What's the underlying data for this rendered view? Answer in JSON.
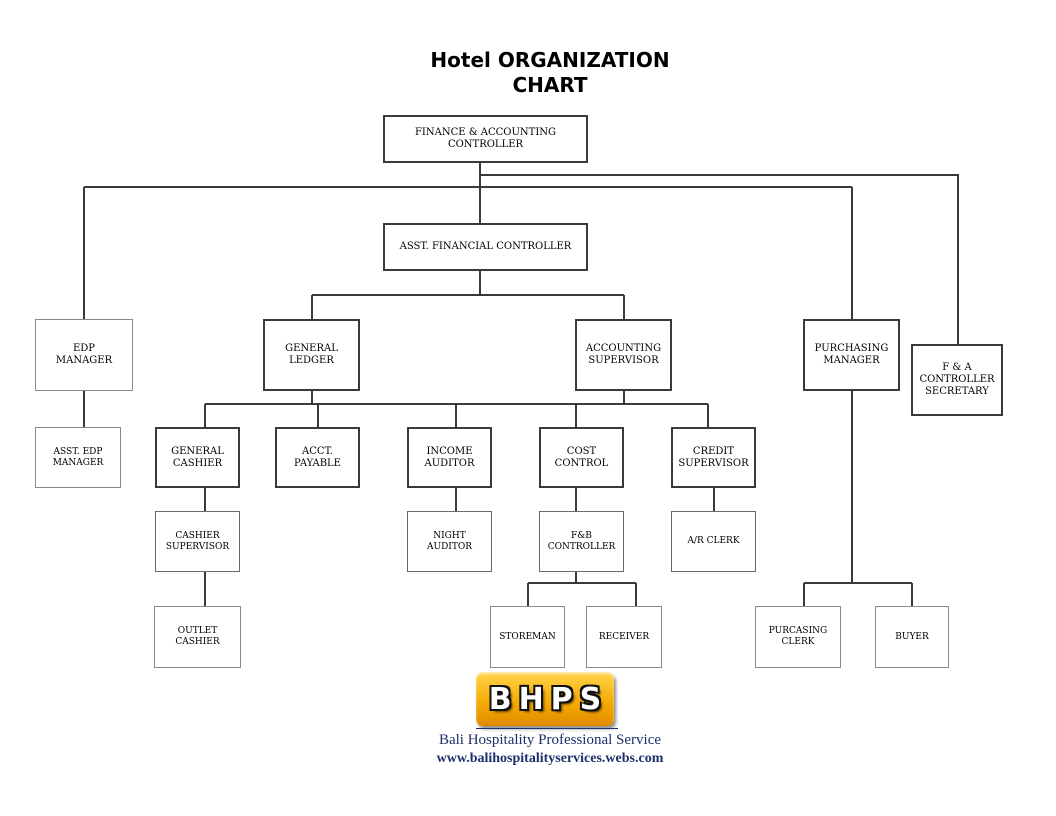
{
  "title": {
    "line1": "Hotel ORGANIZATION",
    "line2": "CHART"
  },
  "boxes": {
    "fac": "FINANCE & ACCOUNTING\nCONTROLLER",
    "afc": "ASST. FINANCIAL CONTROLLER",
    "edp": "EDP\nMANAGER",
    "asst_edp": "ASST. EDP\nMANAGER",
    "gl": "GENERAL\nLEDGER",
    "as": "ACCOUNTING\nSUPERVISOR",
    "pm": "PURCHASING\nMANAGER",
    "fas": "F & A\nCONTROLLER\nSECRETARY",
    "gc": "GENERAL\nCASHIER",
    "ap": "ACCT.\nPAYABLE",
    "ia": "INCOME\nAUDITOR",
    "cc": "COST\nCONTROL",
    "cs": "CREDIT\nSUPERVISOR",
    "csup": "CASHIER\nSUPERVISOR",
    "na": "NIGHT\nAUDITOR",
    "fbc": "F&B\nCONTROLLER",
    "arc": "A/R CLERK",
    "oc": "OUTLET\nCASHIER",
    "sm": "STOREMAN",
    "rc": "RECEIVER",
    "pc": "PURCASING\nCLERK",
    "buyer": "BUYER"
  },
  "logo": {
    "text": "BHPS"
  },
  "footer": {
    "name": "Bali Hospitality Professional Service",
    "url": "www.balihospitalityservices.webs.com"
  }
}
